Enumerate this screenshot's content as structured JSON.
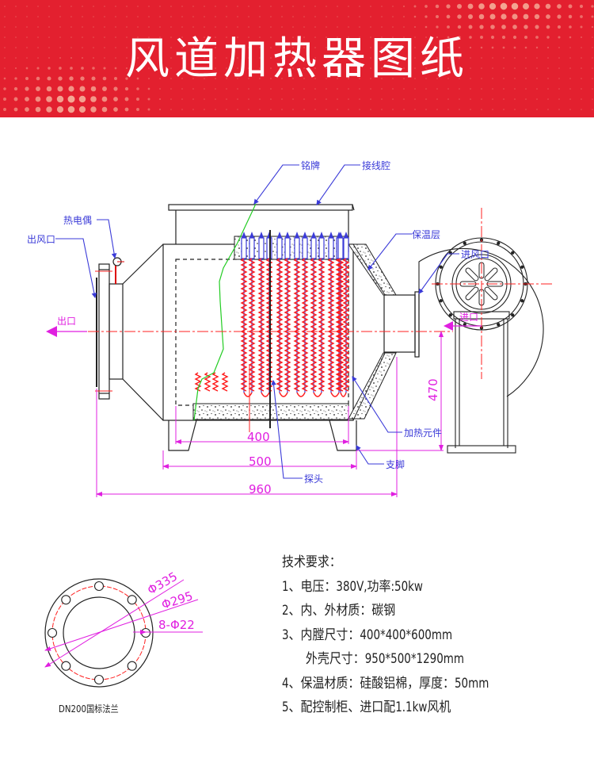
{
  "header": {
    "title": "风道加热器图纸",
    "background_color": "#e3202f",
    "title_color": "#ffffff"
  },
  "main_drawing": {
    "labels": {
      "nameplate": "铭牌",
      "junction_box": "接线腔",
      "thermocouple": "热电偶",
      "air_outlet": "出风口",
      "insulation": "保温层",
      "air_inlet": "进风口",
      "outlet": "出口",
      "inlet": "进口",
      "heating_element": "加热元件",
      "support_leg": "支脚",
      "probe": "探头"
    },
    "dimensions": {
      "inner_width": "400",
      "outer_width": "500",
      "total_length": "960",
      "height": "470"
    },
    "colors": {
      "callout": "#3a3ad8",
      "dimension": "#e01fe0",
      "centerline": "#ff2020",
      "heating_element": "#ff1a1a",
      "nameplate_leader": "#22cc22"
    },
    "heating_element_count": 14
  },
  "flange": {
    "caption": "DN200国标法兰",
    "outer_diameter": "Φ335",
    "bolt_circle_diameter": "Φ295",
    "bolt_holes": "8-Φ22",
    "bolt_hole_count": 8
  },
  "technical_requirements": {
    "title": "技术要求：",
    "items": [
      "1、电压：380V,功率:50kw",
      "2、内、外材质：碳钢",
      "3、内膛尺寸：400*400*600mm",
      "外壳尺寸：950*500*1290mm",
      "4、保温材质：硅酸铝棉，厚度：50mm",
      "5、配控制柜、进口配1.1kw风机"
    ]
  }
}
